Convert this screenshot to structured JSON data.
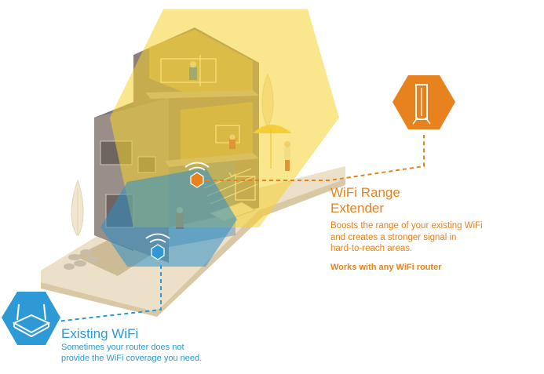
{
  "extender": {
    "title_line1": "WiFi Range",
    "title_line2": "Extender",
    "desc_line1": "Boosts the range of your existing WiFi",
    "desc_line2": "and creates a stronger signal in",
    "desc_line3": "hard-to-reach areas.",
    "note": "Works with any WiFi router"
  },
  "existing": {
    "title": "Existing WiFi",
    "desc_line1": "Sometimes your router does not",
    "desc_line2": "provide the WiFi coverage you need."
  },
  "icons": {
    "extender": "range-extender-icon",
    "router": "router-icon"
  },
  "colors": {
    "extender_accent": "#e8821e",
    "router_accent": "#2d9ad6",
    "extender_coverage": "#f5d22e",
    "router_coverage": "#2e8fc9"
  }
}
